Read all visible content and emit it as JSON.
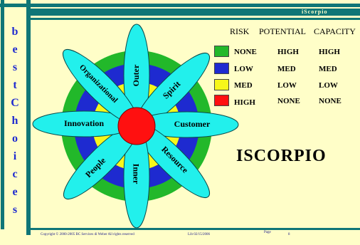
{
  "app": {
    "brand": "iScorpio",
    "title": "ISCORPIO"
  },
  "sidebar": {
    "letters": [
      "b",
      "e",
      "s",
      "t",
      "C",
      "h",
      "o",
      "i",
      "c",
      "e",
      "s"
    ]
  },
  "diagram": {
    "center_color": "#ff1010",
    "petals": [
      {
        "label": "Outer"
      },
      {
        "label": "Spirit"
      },
      {
        "label": "Customer"
      },
      {
        "label": "Resource"
      },
      {
        "label": "Inner"
      },
      {
        "label": "People"
      },
      {
        "label": "Innovation"
      },
      {
        "label": "Organizational"
      }
    ]
  },
  "legend": {
    "headers": {
      "risk": "RISK",
      "potential": "POTENTIAL",
      "capacity": "CAPACITY"
    },
    "rows": [
      {
        "color": "#22b82a",
        "risk": "NONE",
        "potential": "HIGH",
        "capacity": "HIGH"
      },
      {
        "color": "#1e2ad0",
        "risk": "LOW",
        "potential": "MED",
        "capacity": "MED"
      },
      {
        "color": "#f7f71a",
        "risk": "MED",
        "potential": "LOW",
        "capacity": "LOW"
      },
      {
        "color": "#ff1010",
        "risk": "HIGH",
        "potential": "NONE",
        "capacity": "NONE"
      }
    ]
  },
  "footer": {
    "copyright": "Copyright © 2000-2005 BC Services di Weber    All rights reserved",
    "lib": "Lib 02/15/2006",
    "page_label": "Page",
    "page_number": "8"
  }
}
